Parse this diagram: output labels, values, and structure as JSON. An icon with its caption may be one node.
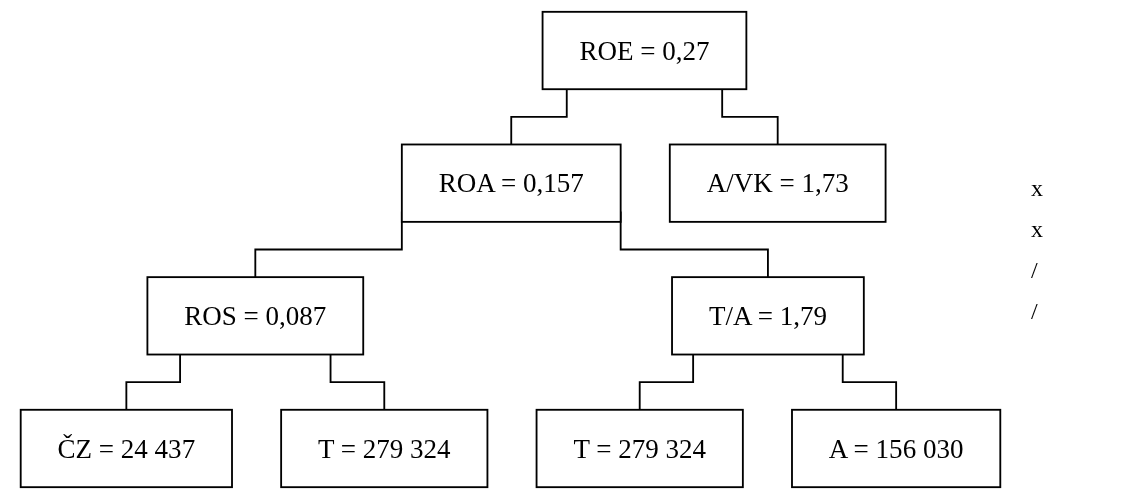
{
  "diagram": {
    "nodes": [
      {
        "text": [
          "ROE = 0,27"
        ]
      },
      {
        "text": [
          "ROA = 0,157"
        ]
      },
      {
        "text": [
          "A/VK = 1,73"
        ]
      },
      {
        "text": [
          "ROS = 0,087"
        ]
      },
      {
        "text": [
          "T/A = 1,79"
        ]
      },
      {
        "text": [
          "ČZ = 24 437"
        ]
      },
      {
        "text": [
          "T = 279 324"
        ]
      },
      {
        "text": [
          "T = 279 324"
        ]
      },
      {
        "text": [
          "A = 156 030"
        ]
      }
    ],
    "edges": [
      {
        "from": 0,
        "to": 1,
        "arrow": "none"
      },
      {
        "from": 0,
        "to": 2,
        "arrow": "none"
      },
      {
        "from": 1,
        "to": 3,
        "arrow": "none"
      },
      {
        "from": 1,
        "to": 4,
        "arrow": "none"
      },
      {
        "from": 3,
        "to": 5,
        "arrow": "none"
      },
      {
        "from": 3,
        "to": 6,
        "arrow": "none"
      },
      {
        "from": 4,
        "to": 7,
        "arrow": "none"
      },
      {
        "from": 4,
        "to": 8,
        "arrow": "none"
      }
    ],
    "labels": [
      "x",
      "x",
      "/",
      "/"
    ]
  }
}
